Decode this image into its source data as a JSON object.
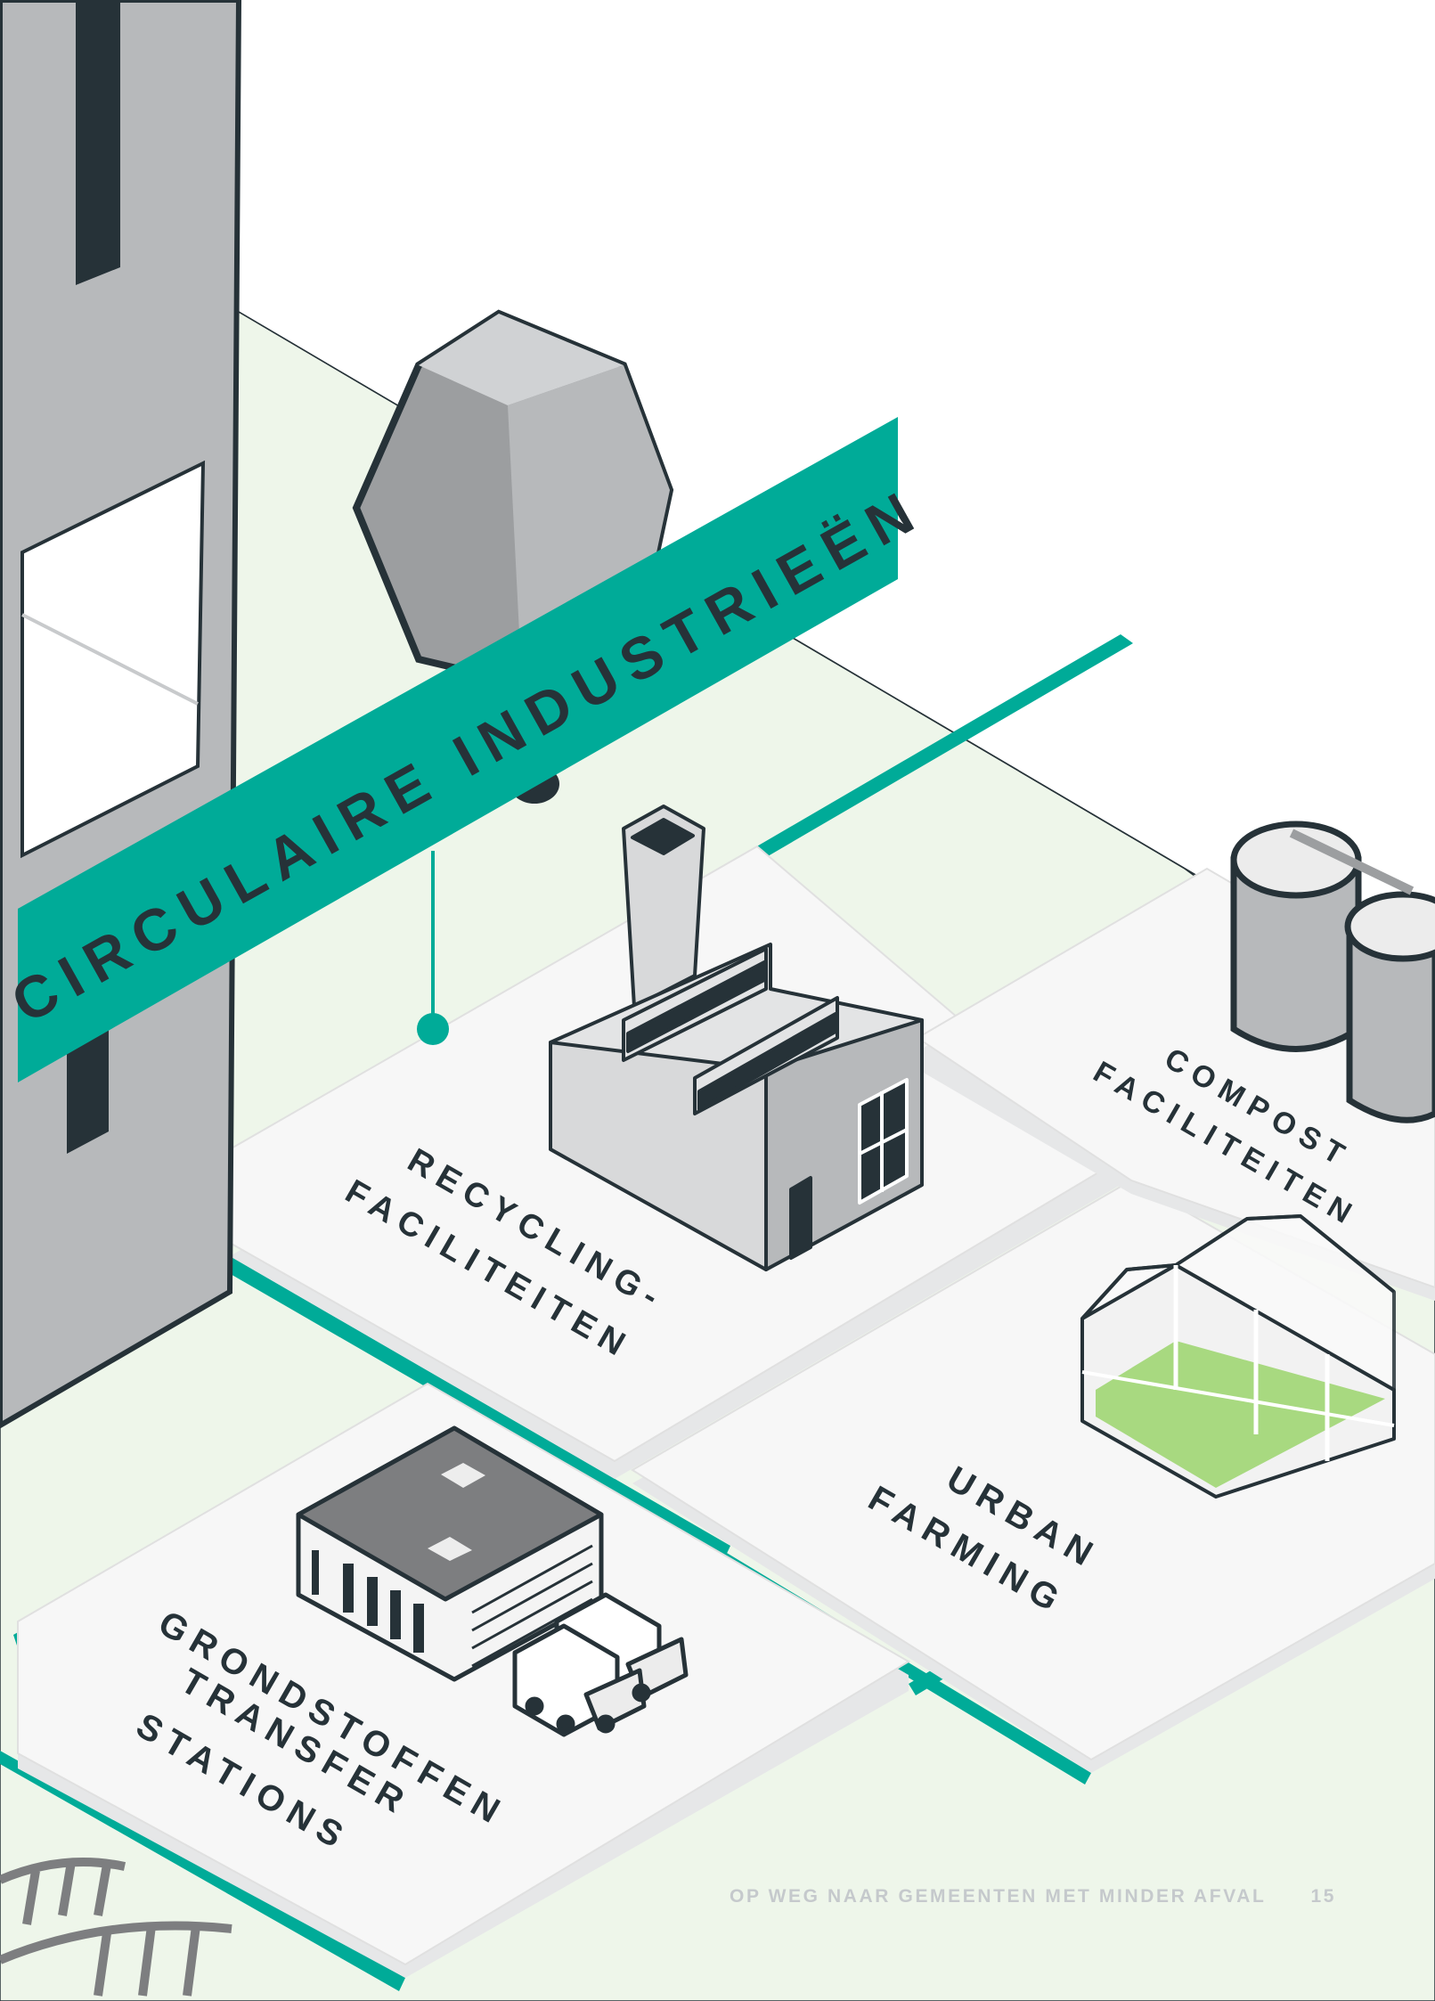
{
  "banner": {
    "title": "CIRCULAIRE INDUSTRIEËN",
    "color": "#00ab98"
  },
  "tiles": [
    {
      "id": "recycling",
      "lines": [
        "RECYCLING-",
        "FACILITEITEN"
      ],
      "icon": "factory-icon"
    },
    {
      "id": "compost",
      "lines": [
        "COMPOST",
        "FACILITEITEN"
      ],
      "icon": "silo-icon"
    },
    {
      "id": "urban-farming",
      "lines": [
        "URBAN",
        "FARMING"
      ],
      "icon": "greenhouse-icon"
    },
    {
      "id": "transfer",
      "lines": [
        "GRONDSTOFFEN",
        "TRANSFER",
        "STATIONS"
      ],
      "icon": "warehouse-trucks-icon"
    }
  ],
  "footer": {
    "text": "OP WEG NAAR GEMEENTEN MET MINDER AFVAL",
    "page_number": "15"
  },
  "colors": {
    "teal": "#00ab98",
    "dark": "#263238",
    "tile": "#f7f7f7",
    "ground": "#eef6ea",
    "grey": "#b7b9bb",
    "green": "#a8d980"
  }
}
